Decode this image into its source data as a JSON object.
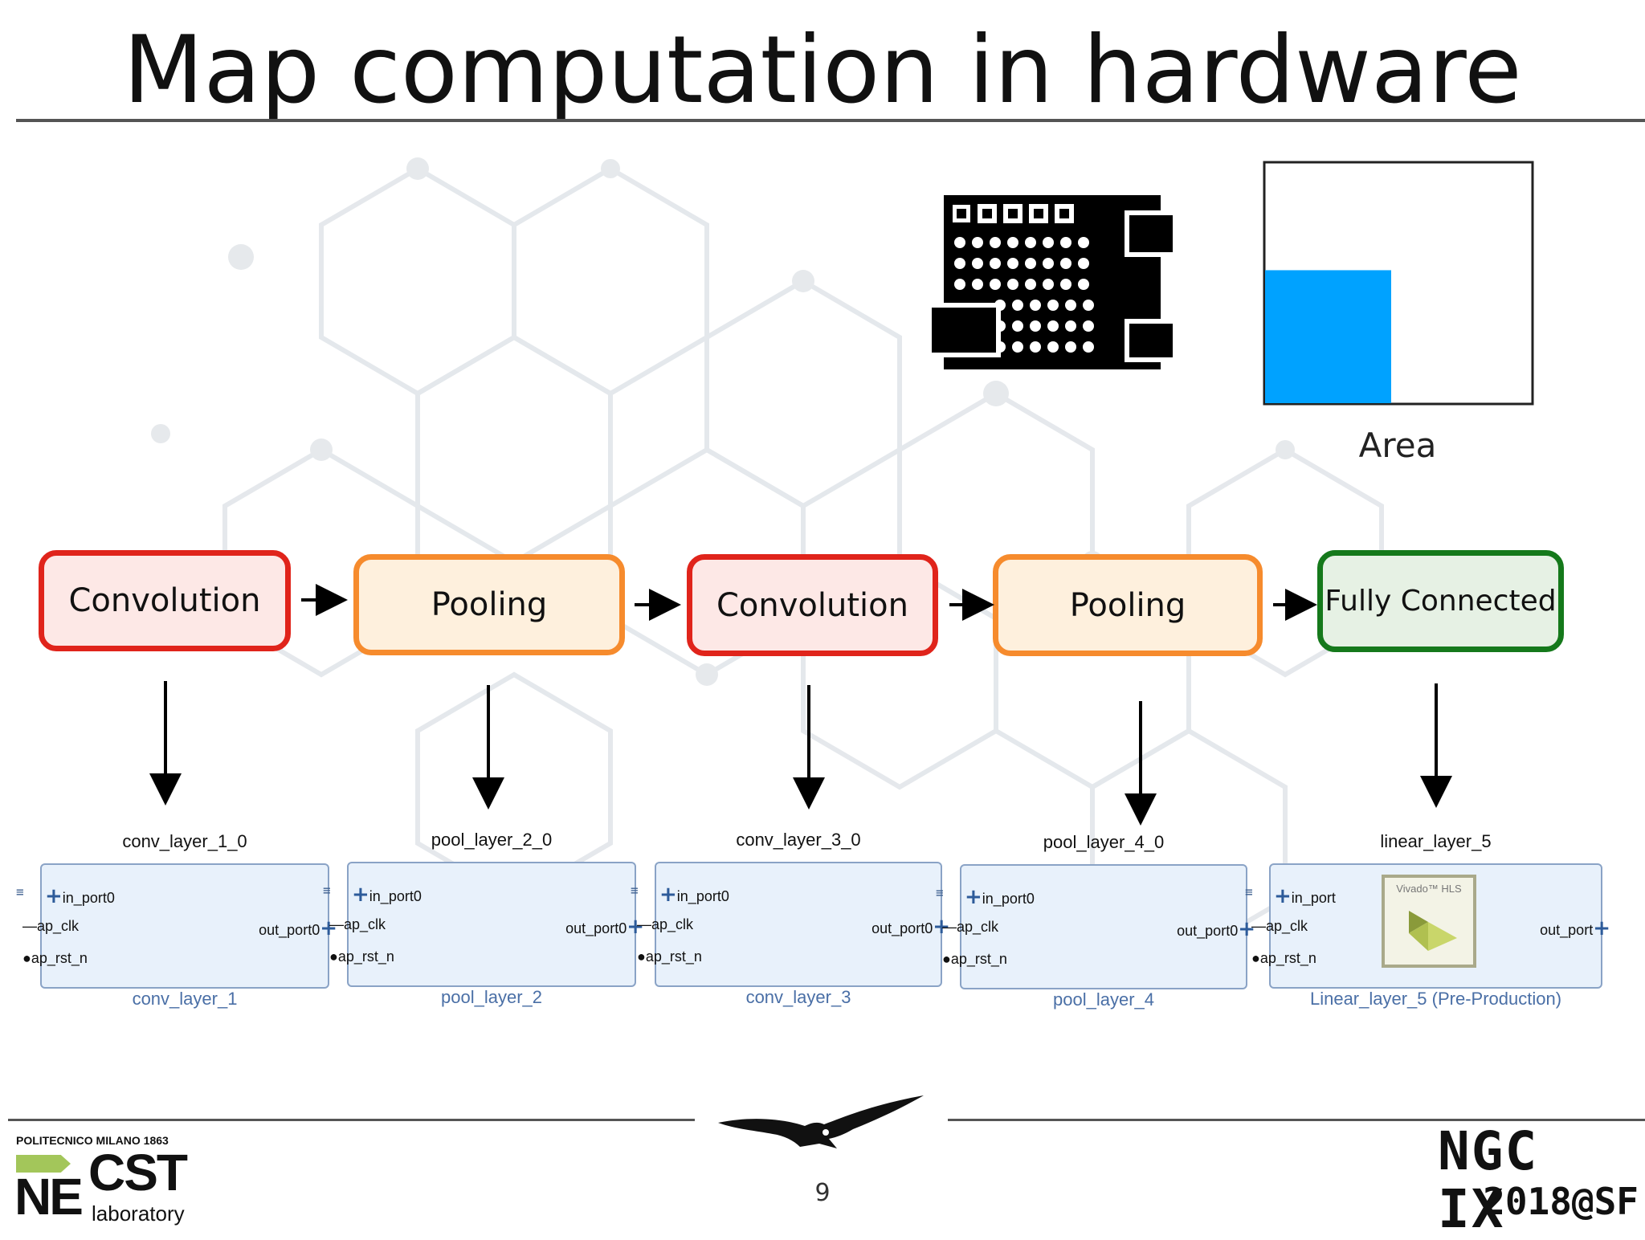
{
  "title": "Map computation in hardware",
  "area_label": "Area",
  "area_chart": {
    "fill_fraction_x": 0.47,
    "fill_fraction_y": 0.55,
    "fill_color": "#00a2ff"
  },
  "stages": [
    {
      "label": "Convolution",
      "kind": "conv"
    },
    {
      "label": "Pooling",
      "kind": "pool"
    },
    {
      "label": "Convolution",
      "kind": "conv"
    },
    {
      "label": "Pooling",
      "kind": "pool"
    },
    {
      "label": "Fully Connected",
      "kind": "fc"
    }
  ],
  "blocks": [
    {
      "title": "conv_layer_1_0",
      "subtitle": "conv_layer_1",
      "in": "in_port0",
      "clk": "ap_clk",
      "rst": "ap_rst_n",
      "out": "out_port0"
    },
    {
      "title": "pool_layer_2_0",
      "subtitle": "pool_layer_2",
      "in": "in_port0",
      "clk": "ap_clk",
      "rst": "ap_rst_n",
      "out": "out_port0"
    },
    {
      "title": "conv_layer_3_0",
      "subtitle": "conv_layer_3",
      "in": "in_port0",
      "clk": "ap_clk",
      "rst": "ap_rst_n",
      "out": "out_port0"
    },
    {
      "title": "pool_layer_4_0",
      "subtitle": "pool_layer_4",
      "in": "in_port0",
      "clk": "ap_clk",
      "rst": "ap_rst_n",
      "out": "out_port0"
    },
    {
      "title": "linear_layer_5",
      "subtitle": "Linear_layer_5 (Pre-Production)",
      "in": "in_port",
      "clk": "ap_clk",
      "rst": "ap_rst_n",
      "out": "out_port",
      "badge": "Vivado™ HLS"
    }
  ],
  "footer": {
    "left_org": "POLITECNICO MILANO 1863",
    "left_logo_ne": "NE",
    "left_logo_cst": "CST",
    "left_logo_lab": "laboratory",
    "page_number": "9",
    "right_line1": "NGC IX",
    "right_line2": "2018@SF"
  },
  "colors": {
    "conv": "#e0241b",
    "pool": "#f68b2d",
    "fc": "#15791b",
    "block_border": "#8aa3c6",
    "block_text": "#4a6fa6",
    "accent_blue": "#00a2ff",
    "logo_green": "#a3c65a"
  }
}
